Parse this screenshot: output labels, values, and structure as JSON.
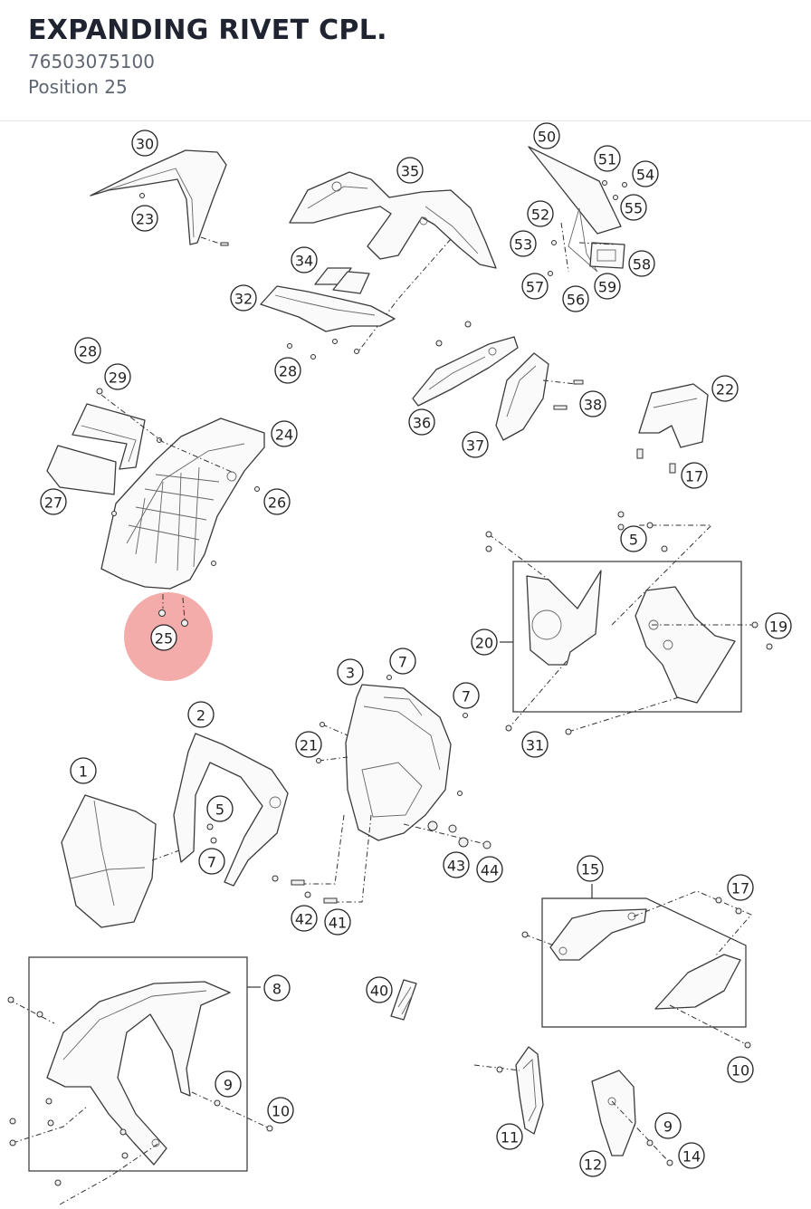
{
  "header": {
    "title": "EXPANDING RIVET CPL.",
    "part_number": "76503075100",
    "position": "Position 25"
  },
  "highlight": {
    "callout": "25",
    "color": "#e53935"
  },
  "callouts": [
    "30",
    "23",
    "35",
    "50",
    "51",
    "54",
    "52",
    "55",
    "53",
    "58",
    "57",
    "56",
    "59",
    "34",
    "32",
    "28",
    "28",
    "29",
    "24",
    "36",
    "38",
    "37",
    "22",
    "17",
    "26",
    "27",
    "25",
    "5",
    "19",
    "20",
    "31",
    "3",
    "7",
    "7",
    "21",
    "2",
    "1",
    "5",
    "7",
    "43",
    "44",
    "42",
    "41",
    "15",
    "17",
    "40",
    "8",
    "9",
    "10",
    "10",
    "11",
    "9",
    "14",
    "12"
  ]
}
